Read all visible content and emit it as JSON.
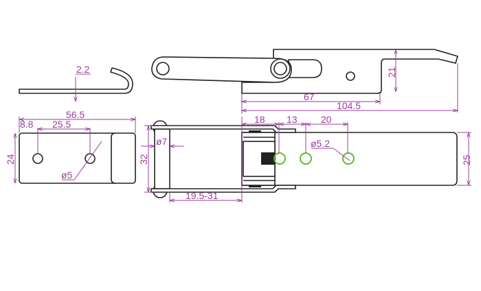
{
  "title": "Latch technical drawing",
  "colors": {
    "outline": "#222222",
    "dimension": "#9b3d9b",
    "mounting_hole": "#5cbf2a"
  },
  "hook_view": {
    "thickness": "2.2"
  },
  "keeper_plate": {
    "length": "56.5",
    "edge_to_hole": "8.8",
    "hole_spacing": "25.5",
    "height": "24",
    "hole_diameter": "ø5"
  },
  "lever_side_view": {
    "height": "21",
    "base_length": "67",
    "overall_length": "104.5"
  },
  "latch_top_view": {
    "dim_a": "18",
    "dim_b": "13",
    "dim_c": "20",
    "hole_diameter": "ø5.2",
    "width": "25",
    "bale_width": "32",
    "bale_wire": "ø7",
    "bale_reach": "19.5-31"
  }
}
